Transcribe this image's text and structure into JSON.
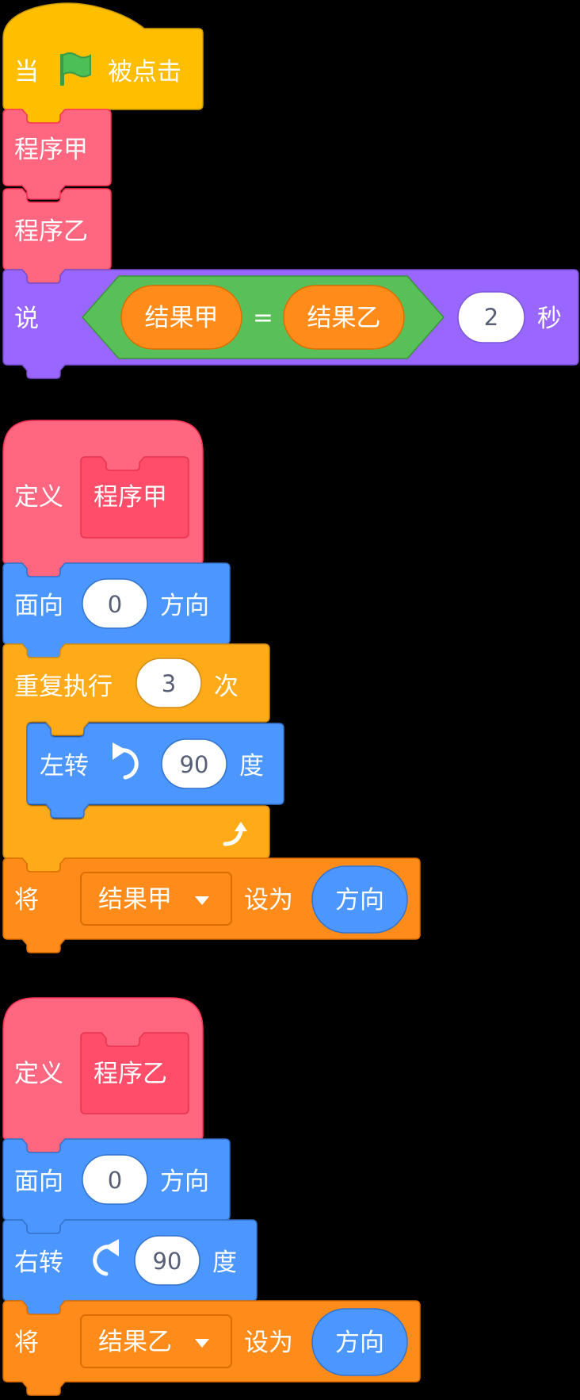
{
  "colors": {
    "events": "#ffbf00",
    "my_blocks": "#ff6680",
    "motion": "#4c97ff",
    "control": "#ffab19",
    "variables": "#ff8c1a",
    "looks": "#9966ff",
    "operators": "#59c059",
    "flag": "#4cbf56"
  },
  "script1": {
    "hat": {
      "when": "当",
      "flag_icon": "green-flag",
      "clicked": "被点击"
    },
    "call_a": "程序甲",
    "call_b": "程序乙",
    "say": {
      "label": "说",
      "left": "结果甲",
      "operator": "=",
      "right": "结果乙",
      "seconds_value": "2",
      "seconds_unit": "秒"
    }
  },
  "script2": {
    "define": {
      "label": "定义",
      "name": "程序甲"
    },
    "point": {
      "label": "面向",
      "value": "0",
      "unit": "方向"
    },
    "repeat": {
      "label": "重复执行",
      "value": "3",
      "unit": "次",
      "loop_icon": "loop-arrow"
    },
    "turn": {
      "label": "左转",
      "icon": "rotate-left",
      "value": "90",
      "unit": "度"
    },
    "set": {
      "label": "将",
      "variable": "结果甲",
      "to": "设为",
      "reporter": "方向"
    }
  },
  "script3": {
    "define": {
      "label": "定义",
      "name": "程序乙"
    },
    "point": {
      "label": "面向",
      "value": "0",
      "unit": "方向"
    },
    "turn": {
      "label": "右转",
      "icon": "rotate-right",
      "value": "90",
      "unit": "度"
    },
    "set": {
      "label": "将",
      "variable": "结果乙",
      "to": "设为",
      "reporter": "方向"
    }
  }
}
